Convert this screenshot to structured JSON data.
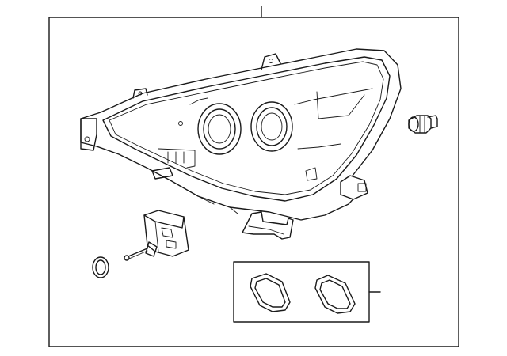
{
  "figure": {
    "background": "#ffffff",
    "line_color": "#1a1a1a",
    "parts": [
      "headlamp-assembly",
      "bulb-socket",
      "adjuster-motor",
      "o-ring-seal",
      "gasket-left",
      "gasket-right"
    ]
  }
}
